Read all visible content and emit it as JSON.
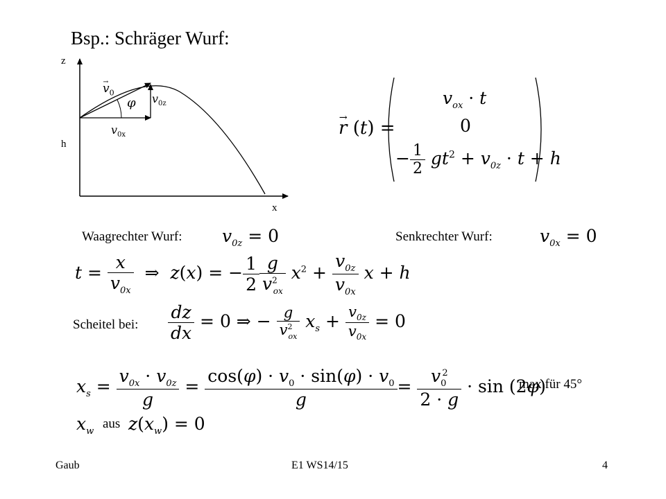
{
  "title": "Bsp.: Schräger Wurf:",
  "diagram": {
    "axis_z": "z",
    "axis_x": "x",
    "axis_h": "h",
    "label_v0": "v",
    "label_v0_sub": "0",
    "label_v0z": "v",
    "label_v0z_sub": "0z",
    "label_v0x": "v",
    "label_v0x_sub": "0x",
    "label_phi": "φ"
  },
  "position_vector": {
    "lhs": "r(t) =",
    "row1": "v_ox · t",
    "row2": "0",
    "row3": "−½ g t² + v_0z · t + h"
  },
  "waagrecht": {
    "label": "Waagrechter Wurf:",
    "condition": "v_0z = 0"
  },
  "senkrecht": {
    "label": "Senkrechter Wurf:",
    "condition": "v_0x = 0"
  },
  "trajectory": "t = x / v_0x ⇒ z(x) = −½ g/v_ox² x² + v_0z/v_0x x + h",
  "scheitel": {
    "label": "Scheitel bei:",
    "equation": "dz/dx = 0 ⇒ −g/v_ox² x_s + v_0z/v_0x = 0"
  },
  "xs_equation": "x_s = v_0x·v_0z / g = cos(φ)·v_0·sin(φ)·v_0 / g = v_0² / (2·g) · sin(2φ)",
  "max_note": "max für 45°",
  "xw": {
    "lhs": "x_w",
    "aus": "aus",
    "rhs": "z(x_w) = 0"
  },
  "footer": {
    "author": "Gaub",
    "course": "E1 WS14/15",
    "page": "4"
  }
}
